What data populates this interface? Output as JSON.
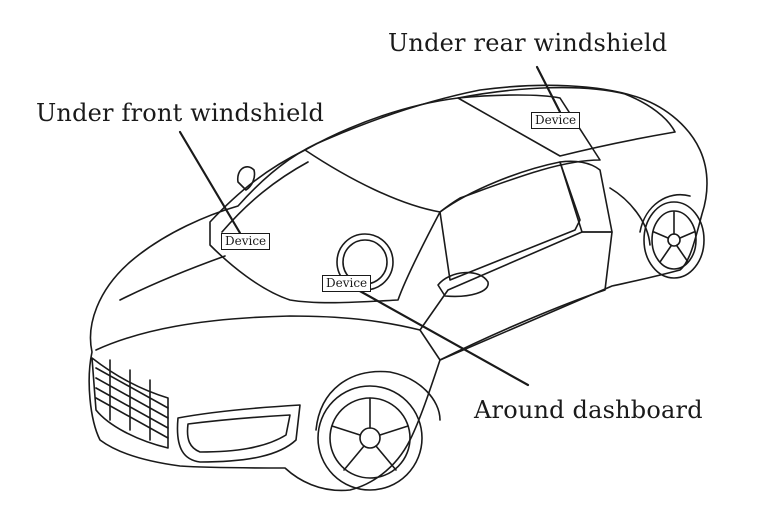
{
  "callouts": {
    "rear": "Under rear windshield",
    "front": "Under front windshield",
    "dashboard": "Around dashboard"
  },
  "device_tag": "Device",
  "colors": {
    "line": "#1a1a1a",
    "background": "#ffffff"
  }
}
